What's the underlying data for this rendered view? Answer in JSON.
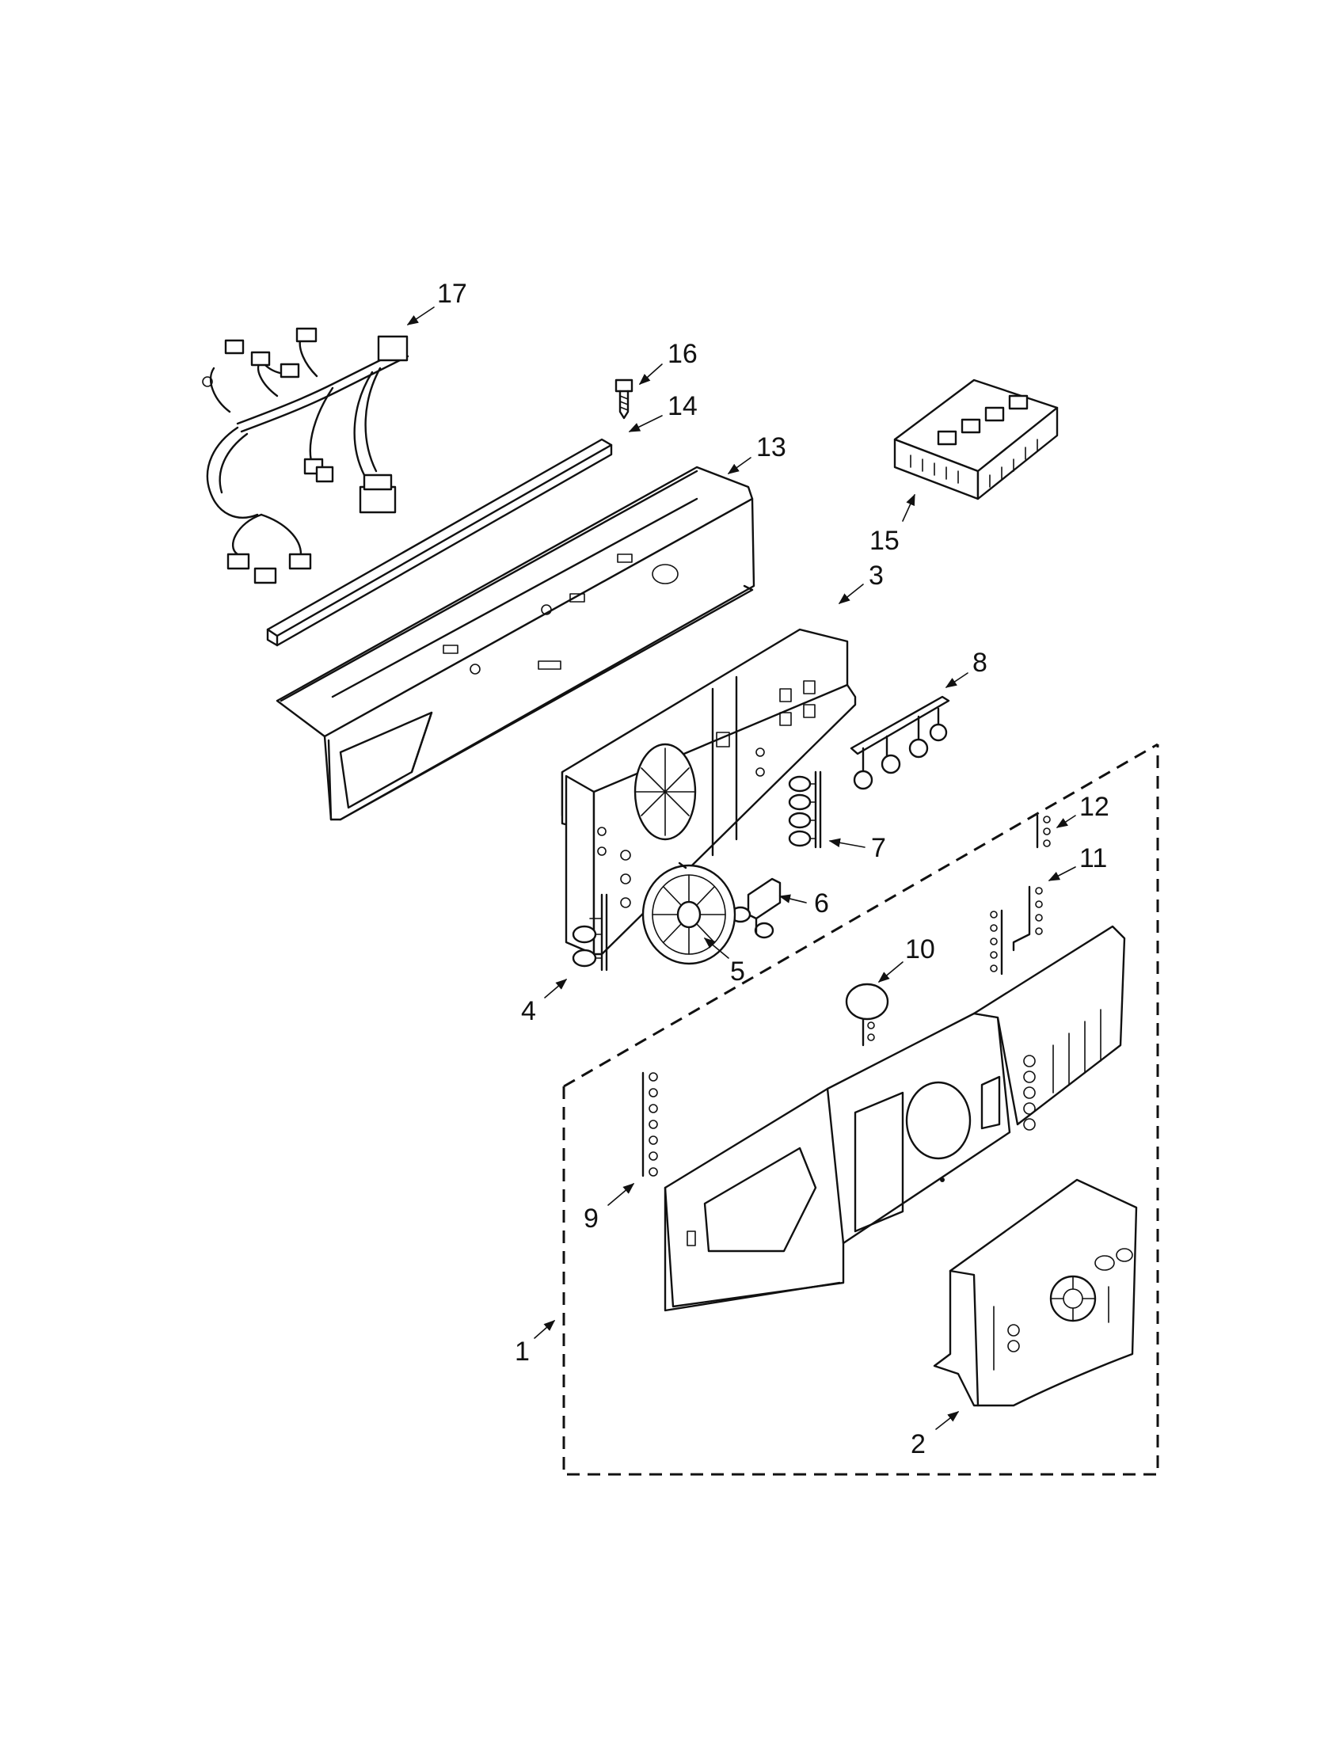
{
  "callouts": [
    {
      "id": "c17",
      "text": "17"
    },
    {
      "id": "c16",
      "text": "16"
    },
    {
      "id": "c14",
      "text": "14"
    },
    {
      "id": "c13",
      "text": "13"
    },
    {
      "id": "c15",
      "text": "15"
    },
    {
      "id": "c3",
      "text": "3"
    },
    {
      "id": "c8",
      "text": "8"
    },
    {
      "id": "c12",
      "text": "12"
    },
    {
      "id": "c11",
      "text": "11"
    },
    {
      "id": "c7",
      "text": "7"
    },
    {
      "id": "c6",
      "text": "6"
    },
    {
      "id": "c10",
      "text": "10"
    },
    {
      "id": "c5",
      "text": "5"
    },
    {
      "id": "c4",
      "text": "4"
    },
    {
      "id": "c9",
      "text": "9"
    },
    {
      "id": "c1",
      "text": "1"
    },
    {
      "id": "c2",
      "text": "2"
    }
  ]
}
